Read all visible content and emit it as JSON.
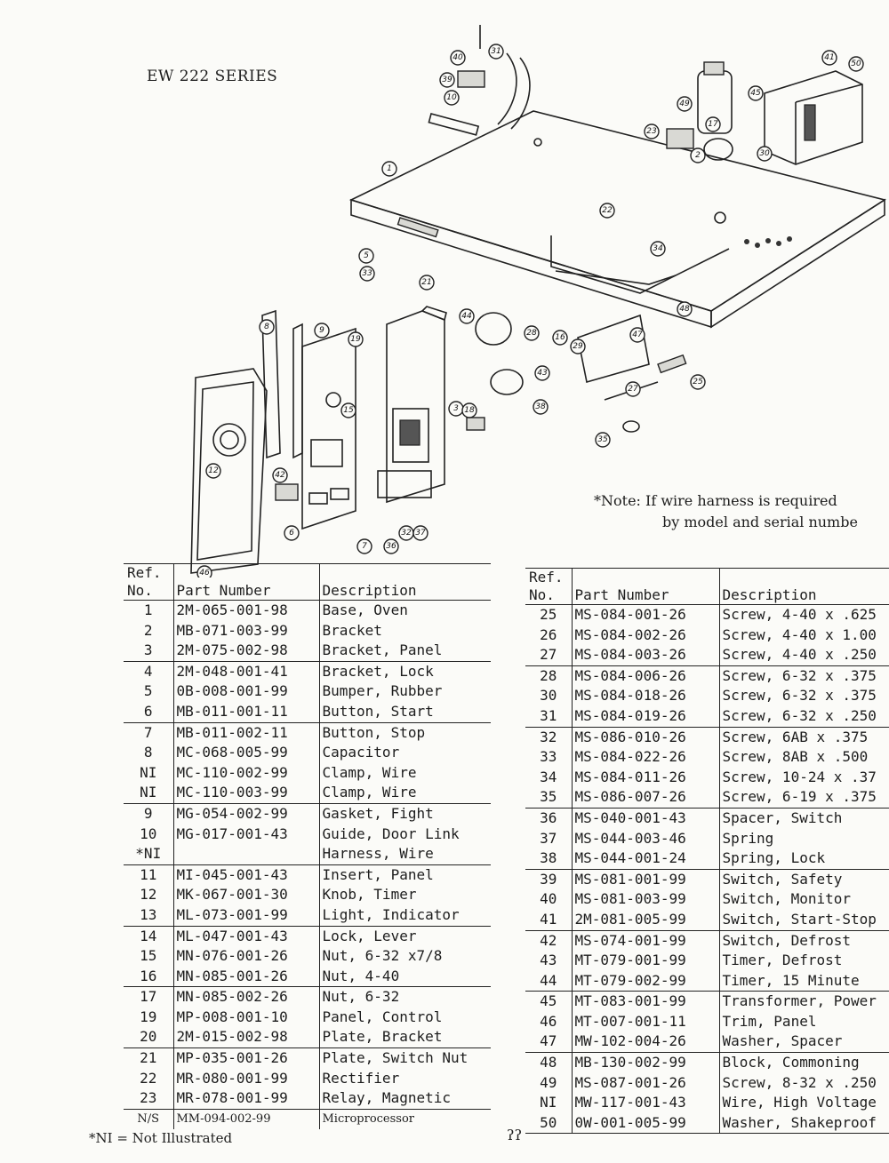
{
  "series_title": "EW 222 SERIES",
  "note": {
    "line1": "*Note:  If wire harness is required",
    "line2": "by model and serial numbe"
  },
  "footnote": "*NI = Not Illustrated",
  "page_mark": "ʔʔ",
  "table_headers": {
    "ref_line1": "Ref.",
    "ref_line2": "No.",
    "part_number": "Part Number",
    "description": "Description"
  },
  "left_table": [
    [
      [
        "1",
        "2M-065-001-98",
        "Base, Oven"
      ],
      [
        "2",
        "MB-071-003-99",
        "Bracket"
      ],
      [
        "3",
        "2M-075-002-98",
        "Bracket, Panel"
      ]
    ],
    [
      [
        "4",
        "2M-048-001-41",
        "Bracket, Lock"
      ],
      [
        "5",
        "0B-008-001-99",
        "Bumper, Rubber"
      ],
      [
        "6",
        "MB-011-001-11",
        "Button, Start"
      ]
    ],
    [
      [
        "7",
        "MB-011-002-11",
        "Button, Stop"
      ],
      [
        "8",
        "MC-068-005-99",
        "Capacitor"
      ],
      [
        "NI",
        "MC-110-002-99",
        "Clamp, Wire"
      ],
      [
        "NI",
        "MC-110-003-99",
        "Clamp, Wire"
      ]
    ],
    [
      [
        "9",
        "MG-054-002-99",
        "Gasket, Fight"
      ],
      [
        "10",
        "MG-017-001-43",
        "Guide, Door Link"
      ],
      [
        "*NI",
        "",
        "Harness, Wire"
      ]
    ],
    [
      [
        "11",
        "MI-045-001-43",
        "Insert, Panel"
      ],
      [
        "12",
        "MK-067-001-30",
        "Knob, Timer"
      ],
      [
        "13",
        "ML-073-001-99",
        "Light, Indicator"
      ]
    ],
    [
      [
        "14",
        "ML-047-001-43",
        "Lock, Lever"
      ],
      [
        "15",
        "MN-076-001-26",
        "Nut, 6-32 x7/8"
      ],
      [
        "16",
        "MN-085-001-26",
        "Nut, 4-40"
      ]
    ],
    [
      [
        "17",
        "MN-085-002-26",
        "Nut, 6-32"
      ],
      [
        "19",
        "MP-008-001-10",
        "Panel, Control"
      ],
      [
        "20",
        "2M-015-002-98",
        "Plate, Bracket"
      ]
    ],
    [
      [
        "21",
        "MP-035-001-26",
        "Plate, Switch Nut"
      ],
      [
        "22",
        "MR-080-001-99",
        "Rectifier"
      ],
      [
        "23",
        "MR-078-001-99",
        "Relay, Magnetic"
      ]
    ]
  ],
  "left_last_row": [
    "N/S",
    "MM-094-002-99",
    "Microprocessor"
  ],
  "right_table": [
    [
      [
        "25",
        "MS-084-001-26",
        "Screw, 4-40 x .625"
      ],
      [
        "26",
        "MS-084-002-26",
        "Screw, 4-40 x 1.00"
      ],
      [
        "27",
        "MS-084-003-26",
        "Screw, 4-40 x .250"
      ]
    ],
    [
      [
        "28",
        "MS-084-006-26",
        "Screw, 6-32 x .375"
      ],
      [
        "30",
        "MS-084-018-26",
        "Screw, 6-32 x .375"
      ],
      [
        "31",
        "MS-084-019-26",
        "Screw, 6-32 x .250"
      ]
    ],
    [
      [
        "32",
        "MS-086-010-26",
        "Screw, 6AB x .375"
      ],
      [
        "33",
        "MS-084-022-26",
        "Screw, 8AB x .500"
      ],
      [
        "34",
        "MS-084-011-26",
        "Screw, 10-24 x .37"
      ],
      [
        "35",
        "MS-086-007-26",
        "Screw, 6-19 x .375"
      ]
    ],
    [
      [
        "36",
        "MS-040-001-43",
        "Spacer, Switch"
      ],
      [
        "37",
        "MS-044-003-46",
        "Spring"
      ],
      [
        "38",
        "MS-044-001-24",
        "Spring, Lock"
      ]
    ],
    [
      [
        "39",
        "MS-081-001-99",
        "Switch, Safety"
      ],
      [
        "40",
        "MS-081-003-99",
        "Switch, Monitor"
      ],
      [
        "41",
        "2M-081-005-99",
        "Switch, Start-Stop"
      ]
    ],
    [
      [
        "42",
        "MS-074-001-99",
        "Switch, Defrost"
      ],
      [
        "43",
        "MT-079-001-99",
        "Timer, Defrost"
      ],
      [
        "44",
        "MT-079-002-99",
        "Timer, 15 Minute"
      ]
    ],
    [
      [
        "45",
        "MT-083-001-99",
        "Transformer, Power"
      ],
      [
        "46",
        "MT-007-001-11",
        "Trim, Panel"
      ],
      [
        "47",
        "MW-102-004-26",
        "Washer, Spacer"
      ]
    ],
    [
      [
        "48",
        "MB-130-002-99",
        "Block, Commoning"
      ],
      [
        "49",
        "MS-087-001-26",
        "Screw, 8-32 x .250"
      ],
      [
        "NI",
        "MW-117-001-43",
        "Wire, High Voltage"
      ],
      [
        "50",
        "0W-001-005-99",
        "Washer, Shakeproof"
      ]
    ]
  ],
  "callouts": [
    "1",
    "2",
    "3",
    "5",
    "6",
    "7",
    "8",
    "9",
    "10",
    "12",
    "15",
    "16",
    "17",
    "18",
    "19",
    "21",
    "22",
    "23",
    "25",
    "27",
    "28",
    "29",
    "30",
    "31",
    "32",
    "33",
    "34",
    "35",
    "36",
    "37",
    "38",
    "39",
    "40",
    "41",
    "42",
    "43",
    "44",
    "45",
    "46",
    "47",
    "48",
    "49",
    "50"
  ]
}
